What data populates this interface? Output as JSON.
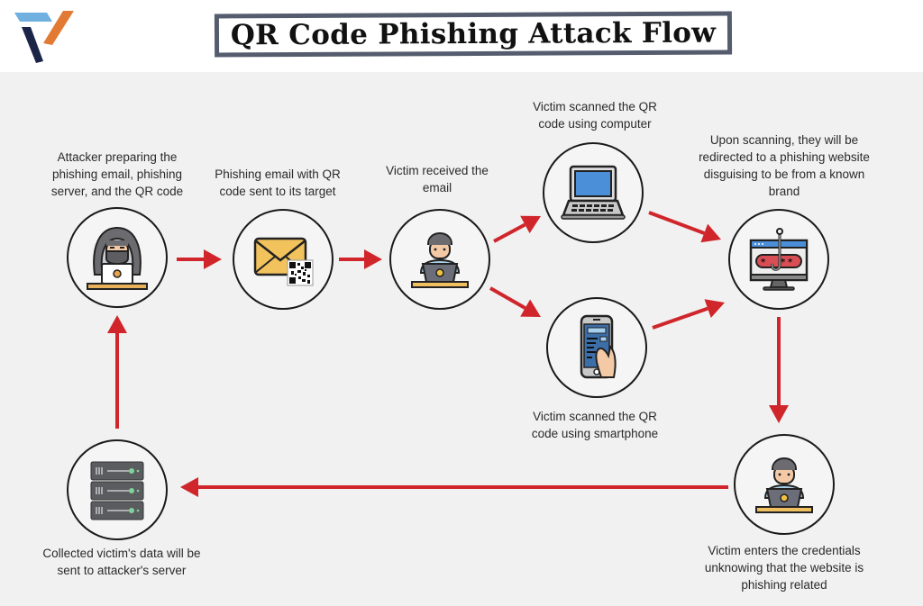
{
  "header": {
    "logo": "brand-logo",
    "title": "QR Code Phishing Attack Flow"
  },
  "colors": {
    "arrow": "#d0262b",
    "title_border": "#555c6e",
    "background": "#f1f1f1",
    "logo_blue": "#6fb0e0",
    "logo_navy": "#1b2547",
    "logo_orange": "#e27a34"
  },
  "steps": [
    {
      "id": "attacker",
      "icon": "hacker-icon",
      "caption": "Attacker preparing the phishing email, phishing server, and the QR code"
    },
    {
      "id": "email",
      "icon": "email-qr-icon",
      "caption": "Phishing email with QR code sent to its target"
    },
    {
      "id": "victim-received",
      "icon": "victim-laptop-icon",
      "caption": "Victim received the email"
    },
    {
      "id": "scan-computer",
      "icon": "laptop-icon",
      "caption": "Victim scanned the QR code using computer"
    },
    {
      "id": "scan-smartphone",
      "icon": "smartphone-icon",
      "caption": "Victim scanned the QR code using smartphone"
    },
    {
      "id": "phishing-site",
      "icon": "phishing-website-icon",
      "caption": "Upon scanning, they will be redirected to a phishing website disguising to be from a known brand"
    },
    {
      "id": "victim-credentials",
      "icon": "victim-laptop-icon",
      "caption": "Victim enters the credentials unknowing that the website is phishing related"
    },
    {
      "id": "server",
      "icon": "server-icon",
      "caption": "Collected victim's data will be sent to attacker's server"
    }
  ],
  "flow": [
    {
      "from": "attacker",
      "to": "email"
    },
    {
      "from": "email",
      "to": "victim-received"
    },
    {
      "from": "victim-received",
      "to": "scan-computer"
    },
    {
      "from": "victim-received",
      "to": "scan-smartphone"
    },
    {
      "from": "scan-computer",
      "to": "phishing-site"
    },
    {
      "from": "scan-smartphone",
      "to": "phishing-site"
    },
    {
      "from": "phishing-site",
      "to": "victim-credentials"
    },
    {
      "from": "victim-credentials",
      "to": "server"
    },
    {
      "from": "server",
      "to": "attacker"
    }
  ]
}
